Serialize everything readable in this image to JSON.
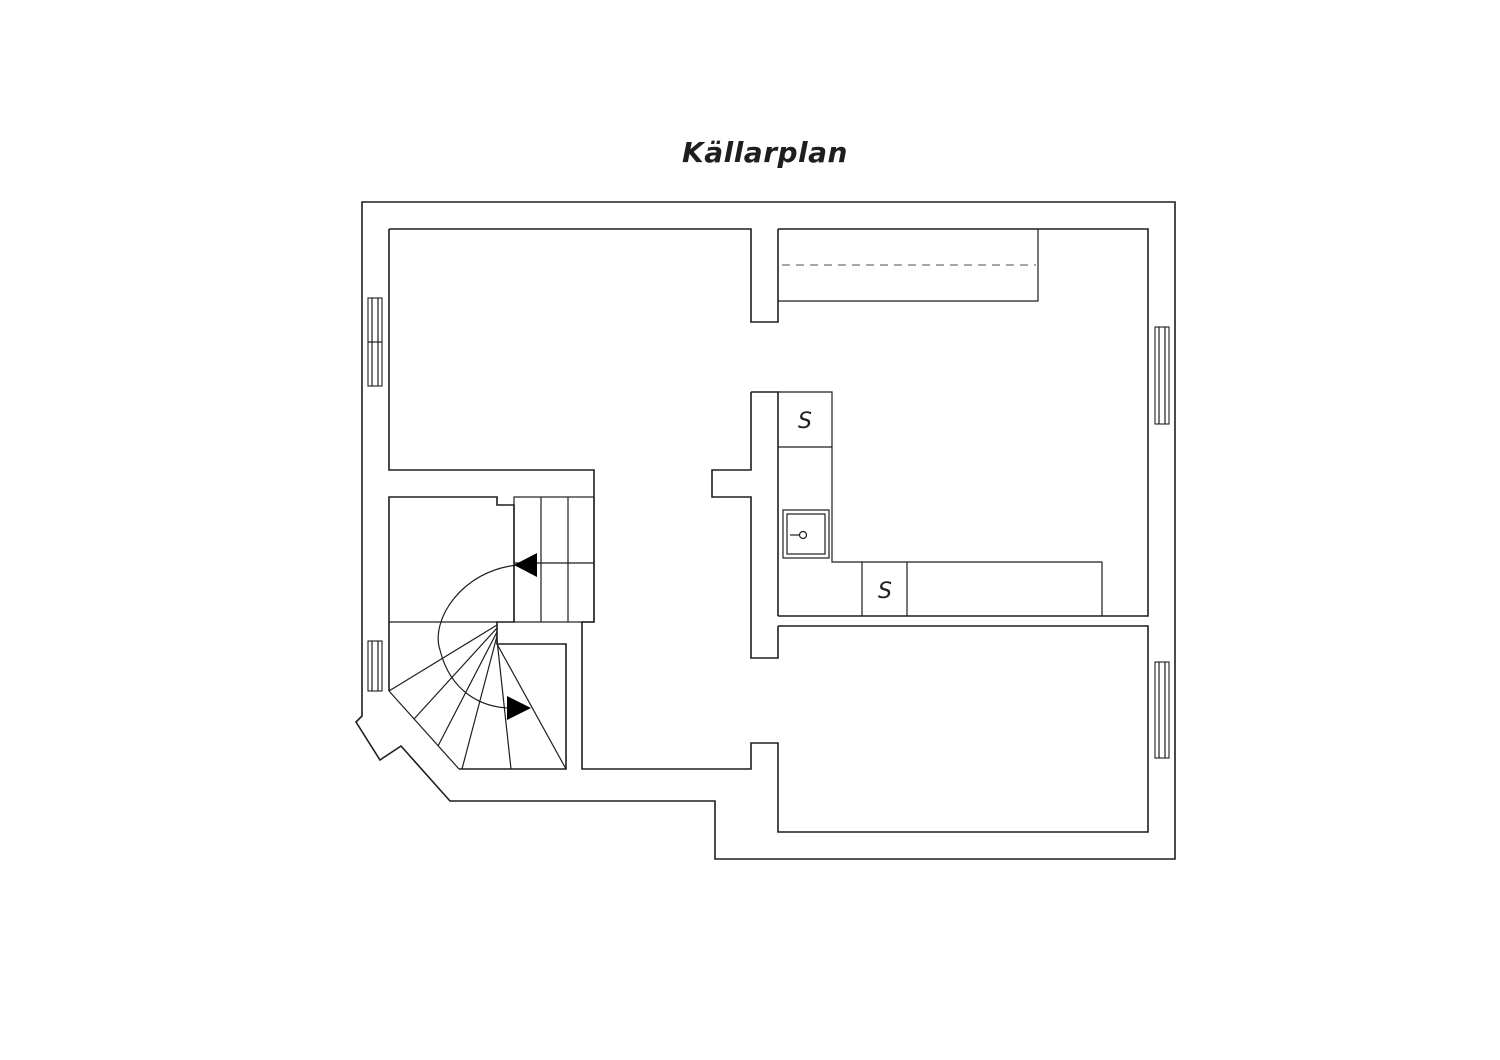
{
  "title": "Källarplan",
  "appliance_labels": {
    "upper": "S",
    "lower": "S"
  },
  "colors": {
    "line": "#1e1e1e",
    "background": "#ffffff",
    "dashed": "#8a8a8a"
  }
}
